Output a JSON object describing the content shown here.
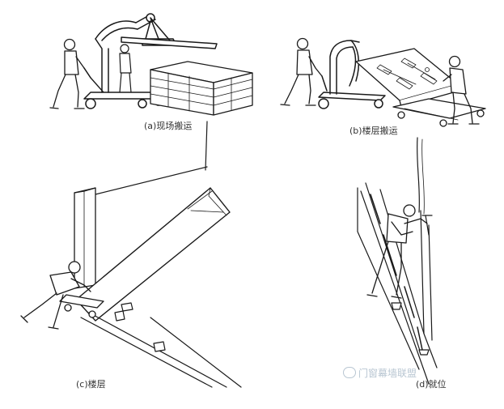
{
  "captions": {
    "a": "(a)现场搬运",
    "b": "(b)楼层搬运",
    "c": "(c)楼层",
    "d": "(d)就位"
  },
  "watermark": {
    "text": "门窗幕墙联盟",
    "icon": "wechat-icon",
    "color": "#b8c6d2"
  }
}
